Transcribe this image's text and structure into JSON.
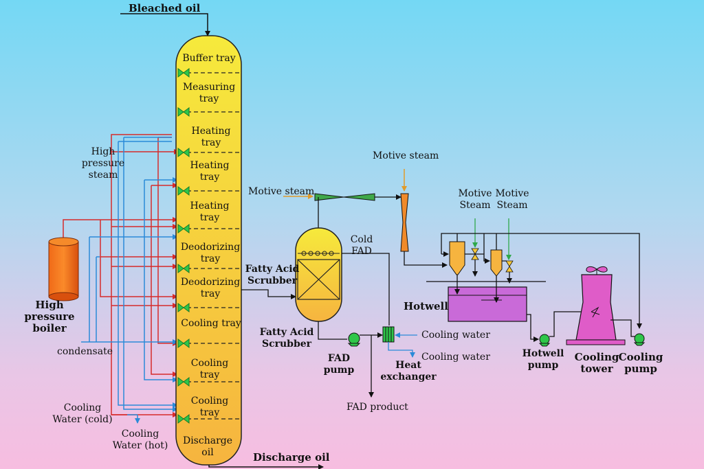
{
  "column": {
    "trays": [
      {
        "label": "Buffer tray"
      },
      {
        "label": "Measuring\ntray"
      },
      {
        "label": "Heating\ntray"
      },
      {
        "label": "Heating\ntray"
      },
      {
        "label": "Heating\ntray"
      },
      {
        "label": "Deodorizing\ntray"
      },
      {
        "label": "Deodorizing\ntray"
      },
      {
        "label": "Cooling tray"
      },
      {
        "label": "Cooling\ntray"
      },
      {
        "label": "Cooling\ntray"
      },
      {
        "label": "Discharge\noil"
      }
    ],
    "inlet_label": "Bleached oil",
    "outlet_label": "Discharge oil"
  },
  "left": {
    "high_pressure_steam": "High\npressure\nsteam",
    "boiler": "High\npressure\nboiler",
    "condensate": "condensate",
    "cooling_water_cold": "Cooling\nWater (cold)",
    "cooling_water_hot": "Cooling\nWater (hot)"
  },
  "scrubber": {
    "motive_steam": "Motive steam",
    "cold_fad": "Cold\nFAD",
    "name_side": "Fatty Acid\nScrubber",
    "name_bottom": "Fatty Acid\nScrubber",
    "fad_pump": "FAD\npump",
    "heat_exchanger": "Heat\nexchanger",
    "cooling_water_in": "Cooling water",
    "cooling_water_out": "Cooling water",
    "fad_product": "FAD product"
  },
  "vacuum": {
    "motive_steam_top": "Motive steam",
    "motive_steam_1": "Motive\nSteam",
    "motive_steam_2": "Motive\nSteam",
    "hotwell": "Hotwell",
    "hotwell_pump": "Hotwell\npump",
    "cooling_tower": "Cooling\ntower",
    "cooling_pump": "Cooling\npump"
  },
  "colors": {
    "column_top": "#f5e33a",
    "column_bottom": "#f6b540",
    "steam_line": "#d62a2a",
    "water_line": "#2a8ad8",
    "valve": "#2fc64a",
    "boiler": "#ef6a18",
    "hotwell": "#c66ad6",
    "cooling_tower": "#de5cc8",
    "pump": "#2fc64a"
  }
}
